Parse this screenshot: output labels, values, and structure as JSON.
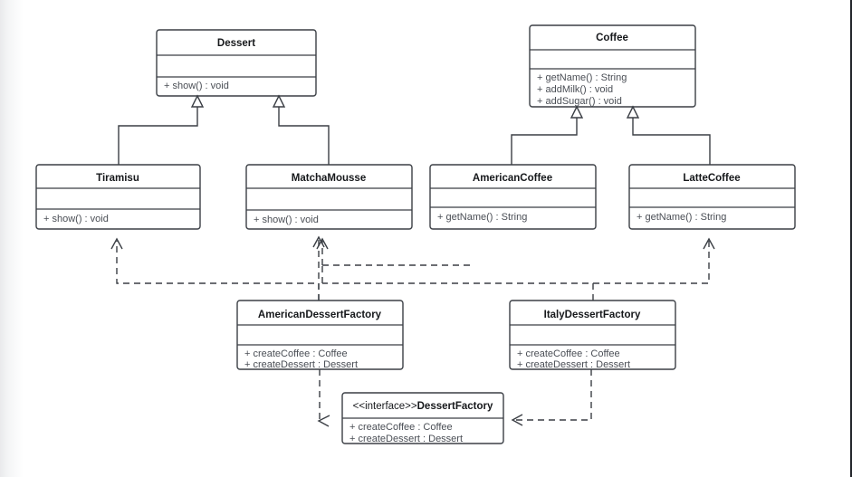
{
  "diagram": {
    "title": "Abstract Factory UML class diagram",
    "kind": "uml-class-diagram",
    "background_color": "#ffffff",
    "line_color": "#3b3f45",
    "text_color": "#16181b",
    "member_text_color": "#4a4e55"
  },
  "classes": {
    "dessert": {
      "name": "Dessert",
      "attributes": [],
      "methods": [
        "+ show() : void"
      ]
    },
    "coffee": {
      "name": "Coffee",
      "attributes": [],
      "methods": [
        "+ getName() : String",
        "+ addMilk() : void",
        "+ addSugar() : void"
      ]
    },
    "tiramisu": {
      "name": "Tiramisu",
      "attributes": [],
      "methods": [
        "+ show() : void"
      ]
    },
    "matcha_mousse": {
      "name": "MatchaMousse",
      "attributes": [],
      "methods": [
        "+ show() : void"
      ]
    },
    "american_coffee": {
      "name": "AmericanCoffee",
      "attributes": [],
      "methods": [
        "+ getName() : String"
      ]
    },
    "latte_coffee": {
      "name": "LatteCoffee",
      "attributes": [],
      "methods": [
        "+ getName() : String"
      ]
    },
    "american_dessert_factory": {
      "name": "AmericanDessertFactory",
      "attributes": [],
      "methods": [
        "+ createCoffee : Coffee",
        "+ createDessert : Dessert"
      ]
    },
    "italy_dessert_factory": {
      "name": "ItalyDessertFactory",
      "attributes": [],
      "methods": [
        "+ createCoffee : Coffee",
        "+ createDessert : Dessert"
      ]
    },
    "dessert_factory": {
      "stereotype": "<<interface>>",
      "name": "DessertFactory",
      "methods": [
        "+ createCoffee : Coffee",
        "+ createDessert : Dessert"
      ]
    }
  },
  "relationships": [
    {
      "type": "generalization",
      "from": "Tiramisu",
      "to": "Dessert"
    },
    {
      "type": "generalization",
      "from": "MatchaMousse",
      "to": "Dessert"
    },
    {
      "type": "generalization",
      "from": "AmericanCoffee",
      "to": "Coffee"
    },
    {
      "type": "generalization",
      "from": "LatteCoffee",
      "to": "Coffee"
    },
    {
      "type": "dependency",
      "from": "AmericanDessertFactory",
      "to": "Tiramisu"
    },
    {
      "type": "dependency",
      "from": "AmericanDessertFactory",
      "to": "AmericanCoffee"
    },
    {
      "type": "dependency",
      "from": "ItalyDessertFactory",
      "to": "MatchaMousse"
    },
    {
      "type": "dependency",
      "from": "ItalyDessertFactory",
      "to": "LatteCoffee"
    },
    {
      "type": "realization",
      "from": "AmericanDessertFactory",
      "to": "DessertFactory"
    },
    {
      "type": "realization",
      "from": "ItalyDessertFactory",
      "to": "DessertFactory"
    }
  ]
}
